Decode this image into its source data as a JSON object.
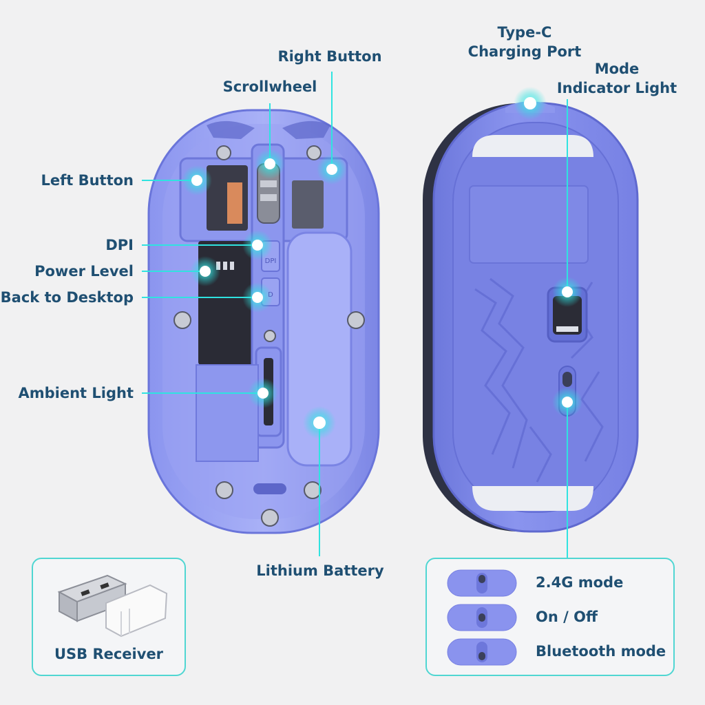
{
  "labels": {
    "left_button": "Left Button",
    "dpi": "DPI",
    "power_level": "Power Level",
    "back_to_desktop": "Back to Desktop",
    "ambient_light": "Ambient Light",
    "scrollwheel": "Scrollwheel",
    "right_button": "Right Button",
    "lithium_battery": "Lithium Battery",
    "type_c_line1": "Type-C",
    "type_c_line2": "Charging Port",
    "mode_line1": "Mode",
    "mode_line2": "Indicator Light"
  },
  "internal_marks": {
    "dpi_switch": "DPI",
    "desktop_switch": "D"
  },
  "receiver": {
    "label": "USB Receiver"
  },
  "modes": [
    {
      "label": "2.4G mode"
    },
    {
      "label": "On / Off"
    },
    {
      "label": "Bluetooth mode"
    }
  ],
  "colors": {
    "accent_cyan": "#2fe3e0",
    "label_text": "#1f4f72",
    "mouse_purple": "#7b86e6",
    "mouse_light": "#a5adf4",
    "background": "#f1f1f2"
  }
}
